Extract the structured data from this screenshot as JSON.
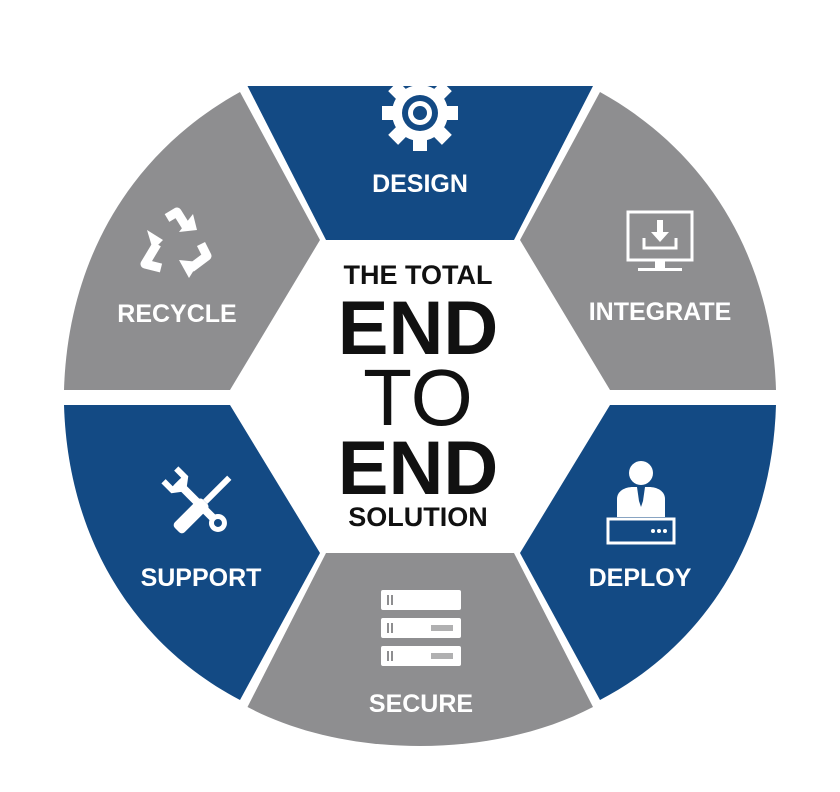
{
  "colors": {
    "blue": "#134a84",
    "gray": "#8e8e90",
    "white": "#ffffff",
    "text_dark": "#111111"
  },
  "segments": [
    {
      "label": "DESIGN",
      "icon": "gear-icon",
      "color": "#134a84"
    },
    {
      "label": "INTEGRATE",
      "icon": "monitor-download-icon",
      "color": "#8e8e90"
    },
    {
      "label": "DEPLOY",
      "icon": "person-server-icon",
      "color": "#134a84"
    },
    {
      "label": "SECURE",
      "icon": "server-rack-icon",
      "color": "#8e8e90"
    },
    {
      "label": "SUPPORT",
      "icon": "wrench-screwdriver-icon",
      "color": "#134a84"
    },
    {
      "label": "RECYCLE",
      "icon": "recycle-icon",
      "color": "#8e8e90"
    }
  ],
  "center": {
    "line1": "THE TOTAL",
    "line2": "END",
    "line3": "TO",
    "line4": "END",
    "line5": "SOLUTION"
  }
}
